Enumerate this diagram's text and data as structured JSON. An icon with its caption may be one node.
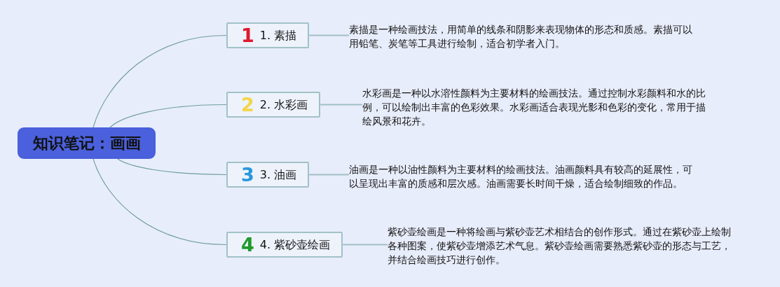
{
  "diagram": {
    "nodes": [
      {
        "text": [
          "知识笔记：画画"
        ]
      },
      {
        "text": [
          "1",
          "1. 素描"
        ]
      },
      {
        "text": [
          "素描是一种绘画技法，用简单的线条和阴影来表现物体的形态和质感。素描可以用铅笔、炭笔等工具进行绘制，适合初学者入门。"
        ]
      },
      {
        "text": [
          "2",
          "2. 水彩画"
        ]
      },
      {
        "text": [
          "水彩画是一种以水溶性颜料为主要材料的绘画技法。通过控制水彩颜料和水的比例，可以绘制出丰富的色彩效果。水彩画适合表现光影和色彩的变化，常用于描绘风景和花卉。"
        ]
      },
      {
        "text": [
          "3",
          "3. 油画"
        ]
      },
      {
        "text": [
          "油画是一种以油性颜料为主要材料的绘画技法。油画颜料具有较高的延展性，可以呈现出丰富的质感和层次感。油画需要长时间干燥，适合绘制细致的作品。"
        ]
      },
      {
        "text": [
          "4",
          "4. 紫砂壶绘画"
        ]
      },
      {
        "text": [
          "紫砂壶绘画是一种将绘画与紫砂壶艺术相结合的创作形式。通过在紫砂壶上绘制各种图案，使紫砂壶增添艺术气息。紫砂壶绘画需要熟悉紫砂壶的形态与工艺，并结合绘画技巧进行创作。"
        ]
      }
    ],
    "edges": [
      {
        "from": 0,
        "to": 1,
        "arrow": "none"
      },
      {
        "from": 1,
        "to": 2,
        "arrow": "none"
      },
      {
        "from": 0,
        "to": 3,
        "arrow": "none"
      },
      {
        "from": 3,
        "to": 4,
        "arrow": "none"
      },
      {
        "from": 0,
        "to": 5,
        "arrow": "none"
      },
      {
        "from": 5,
        "to": 6,
        "arrow": "none"
      },
      {
        "from": 0,
        "to": 7,
        "arrow": "none"
      },
      {
        "from": 7,
        "to": 8,
        "arrow": "none"
      }
    ]
  }
}
